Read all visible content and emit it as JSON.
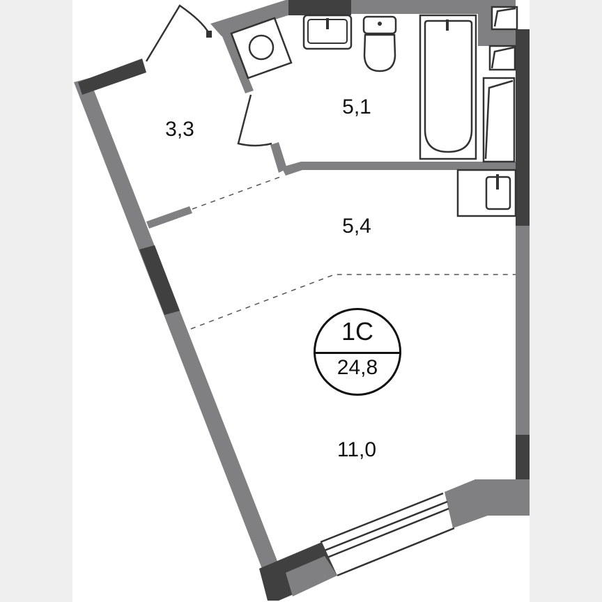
{
  "plan": {
    "apartment_type": "1С",
    "total_area": "24,8",
    "rooms": [
      {
        "id": "storage",
        "area": "3,3"
      },
      {
        "id": "bathroom",
        "area": "5,1"
      },
      {
        "id": "hallway_kitchen",
        "area": "5,4"
      },
      {
        "id": "living_room",
        "area": "11,0"
      }
    ]
  },
  "colors": {
    "background": "#efefef",
    "floor": "#ffffff",
    "wall_interior": "#808083",
    "wall_exterior": "#404041",
    "fixture_stroke": "#333333",
    "text": "#111111"
  }
}
